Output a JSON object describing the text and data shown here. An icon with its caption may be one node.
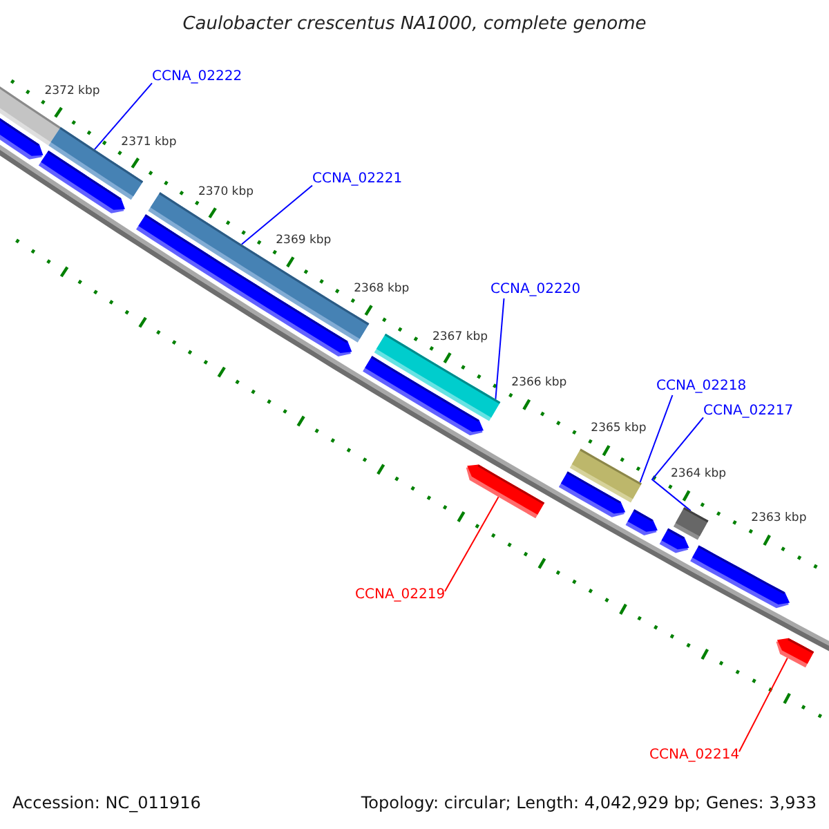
{
  "diagram": {
    "title": "Caulobacter crescentus NA1000, complete genome",
    "nodes": [
      {
        "text": [
          "CCNA_02222"
        ]
      },
      {
        "text": [
          "CCNA_02221"
        ]
      },
      {
        "text": [
          "CCNA_02220"
        ]
      },
      {
        "text": [
          "CCNA_02218"
        ]
      },
      {
        "text": [
          "CCNA_02217"
        ]
      },
      {
        "text": [
          "CCNA_02219"
        ]
      },
      {
        "text": [
          "CCNA_02214"
        ]
      },
      {
        "text": [],
        "shape": "bar"
      },
      {
        "text": [],
        "shape": "bar"
      },
      {
        "text": [],
        "shape": "bar"
      },
      {
        "text": [],
        "shape": "bar"
      },
      {
        "text": [],
        "shape": "bar"
      },
      {
        "text": [],
        "shape": "bar"
      },
      {
        "text": [],
        "shape": "bar"
      },
      {
        "text": [],
        "shape": "bar"
      },
      {
        "text": [],
        "shape": "bar"
      },
      {
        "text": [],
        "shape": "bar"
      },
      {
        "text": [],
        "shape": "bar"
      },
      {
        "text": [],
        "shape": "bar"
      },
      {
        "text": [],
        "shape": "bar"
      },
      {
        "text": [],
        "shape": "bar"
      },
      {
        "text": [],
        "shape": "bar"
      },
      {
        "text": [],
        "shape": "bar"
      }
    ],
    "edges": [
      {
        "from": 0,
        "to": 8,
        "arrow": "none"
      },
      {
        "from": 1,
        "to": 9,
        "arrow": "none"
      },
      {
        "from": 2,
        "to": 10,
        "arrow": "none"
      },
      {
        "from": 3,
        "to": 11,
        "arrow": "none"
      },
      {
        "from": 4,
        "to": 12,
        "arrow": "none"
      },
      {
        "from": 5,
        "to": 21,
        "arrow": "none",
        "color": "#ff0000"
      },
      {
        "from": 6,
        "to": 22,
        "arrow": "none",
        "color": "#ff0000"
      }
    ],
    "labels": [
      "2372 kbp",
      "2371 kbp",
      "2370 kbp",
      "2369 kbp",
      "2368 kbp",
      "2367 kbp",
      "2366 kbp",
      "2365 kbp",
      "2364 kbp",
      "2363 kbp",
      "Accession: NC_011916",
      "Topology: circular; Length: 4,042,929 bp; Genes: 3,933"
    ]
  }
}
